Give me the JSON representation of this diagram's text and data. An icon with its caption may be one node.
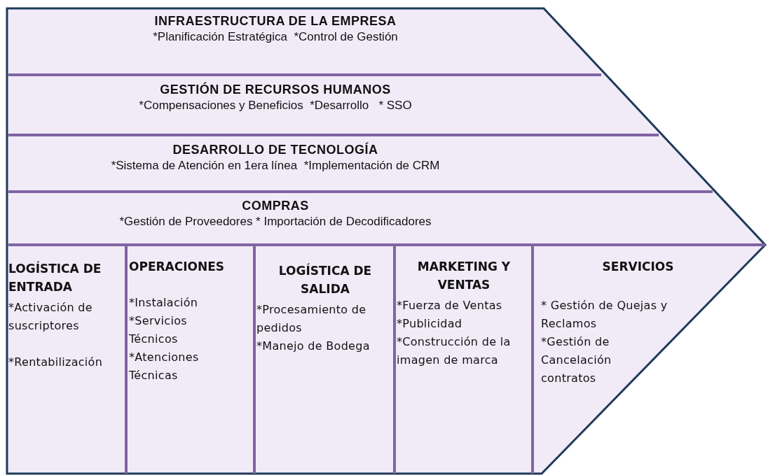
{
  "diagram": {
    "nodes": [
      {
        "text": [],
        "shape": "chevron"
      },
      {
        "text": [
          "INFRAESTRUCTURA DE LA EMPRESA",
          "*Planificación Estratégica  *Control de Gestión"
        ],
        "in": 0
      },
      {
        "text": [
          "GESTIÓN DE RECURSOS HUMANOS",
          "*Compensaciones y Beneficios  *Desarrollo   * SSO"
        ],
        "in": 0
      },
      {
        "text": [
          "DESARROLLO DE TECNOLOGÍA",
          "*Sistema de Atención en 1era línea  *Implementación de CRM"
        ],
        "in": 0
      },
      {
        "text": [
          "COMPRAS",
          "*Gestión de Proveedores * Importación de Decodificadores"
        ],
        "in": 0
      },
      {
        "text": [
          "LOGÍSTICA DE ENTRADA",
          "*Activación de suscriptores",
          "*Rentabilización"
        ],
        "in": 0
      },
      {
        "text": [
          "OPERACIONES",
          "*Instalación",
          "*Servicios Técnicos",
          "*Atenciones Técnicas"
        ],
        "in": 0
      },
      {
        "text": [
          "LOGÍSTICA DE SALIDA",
          "*Procesamiento de pedidos",
          "*Manejo de Bodega"
        ],
        "in": 0
      },
      {
        "text": [
          "MARKETING Y VENTAS",
          "*Fuerza de Ventas",
          "*Publicidad",
          "*Construcción de la imagen de marca"
        ],
        "in": 0
      },
      {
        "text": [
          "SERVICIOS",
          "* Gestión de Quejas y Reclamos",
          "*Gestión de Cancelación contratos"
        ],
        "in": 0
      }
    ]
  }
}
